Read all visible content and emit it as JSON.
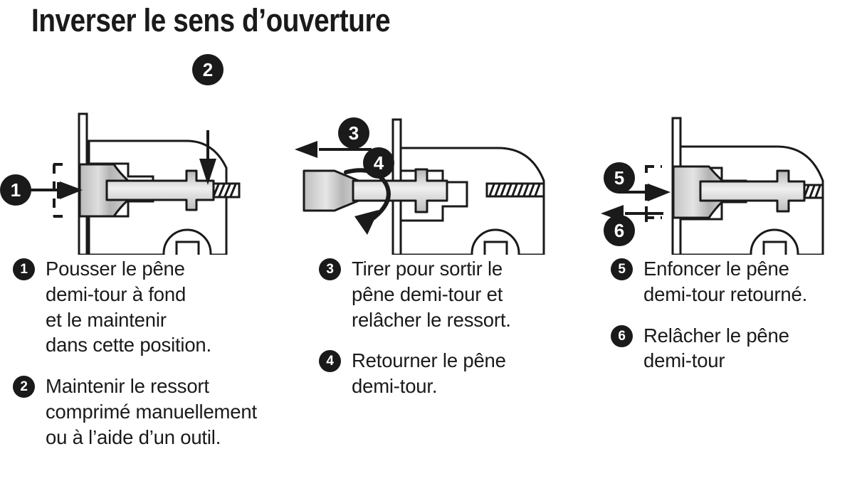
{
  "page": {
    "title": "Inverser le sens d’ouverture",
    "language": "fr",
    "ink_color": "#1a1a1a",
    "background_color": "#ffffff",
    "latch_fill_color": "#c9c9c9"
  },
  "figures": [
    {
      "id": "figure-1",
      "name": "latch-pushed-in",
      "markers": [
        "1",
        "2"
      ],
      "marker_1_meaning": "arrow pointing right into the latch bolt (push in)",
      "marker_2_meaning": "leader line with arrow pointing down to the spring"
    },
    {
      "id": "figure-2",
      "name": "latch-removed-and-rotated",
      "markers": [
        "3",
        "4"
      ],
      "marker_3_meaning": "straight arrow pointing left (pull out)",
      "marker_4_meaning": "curved arrow around the latch stem (rotate / flip)"
    },
    {
      "id": "figure-3",
      "name": "latch-reinserted-reversed",
      "markers": [
        "5",
        "6"
      ],
      "marker_5_meaning": "arrow pointing right (push the reversed latch in)",
      "marker_6_meaning": "arrow pointing left (release the latch)"
    }
  ],
  "columns": [
    {
      "id": "column-1",
      "steps": [
        {
          "number": "1",
          "text": "Pousser le pêne\ndemi-tour à fond\net le maintenir\ndans cette position."
        },
        {
          "number": "2",
          "text": "Maintenir le ressort\ncomprimé manuellement\nou à l’aide d’un outil."
        }
      ]
    },
    {
      "id": "column-2",
      "steps": [
        {
          "number": "3",
          "text": "Tirer pour sortir le\npêne demi-tour et\nrelâcher le ressort."
        },
        {
          "number": "4",
          "text": "Retourner le pêne\ndemi-tour."
        }
      ]
    },
    {
      "id": "column-3",
      "steps": [
        {
          "number": "5",
          "text": "Enfoncer le pêne\ndemi-tour retourné."
        },
        {
          "number": "6",
          "text": "Relâcher le pêne\ndemi-tour"
        }
      ]
    }
  ]
}
